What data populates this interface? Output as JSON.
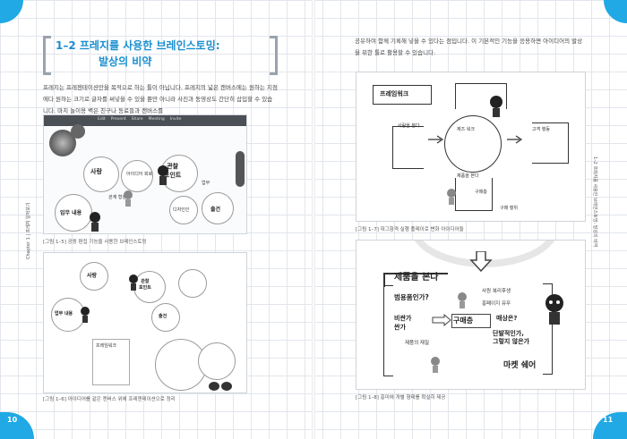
{
  "left_page": {
    "page_number": "10",
    "side_tab": "Chapter 1 | 프레지 알아보기",
    "title_line1": "1–2  프레지를 사용한 브레인스토밍:",
    "title_line2": "발상의 비약",
    "paragraph": "프레지는 프레젠테이션만을 목적으로 하는 툴이 아닙니다. 프레지의 넓은 캔버스에는 원하는 지점에다 원하는 크기로 글자를 써넣을 수 있을 뿐만 아니라 사진과 동영상도 간단히 삽입할 수 있습니다. 마치 놀이용 벽은 친구나 동료들과 캔버스를",
    "figure1": {
      "caption": "[그림 1–5] 공동 편집 기능을 사용한 브레인스토밍",
      "toolbar_items": [
        "Edit",
        "Present",
        "Share",
        "Meeting",
        "Invite"
      ],
      "labels": {
        "l1": "사랑",
        "l2": "아이디어 회로",
        "l3": "관찰\n포인트",
        "l4": "입무 내용",
        "l5": "출건",
        "l6": "디자인인",
        "l7": "업무",
        "l8": "관계 형상"
      }
    },
    "figure2": {
      "caption": "[그림 1–6] 아이디어를 같은 캔버스 위에 프레젠테이션으로 정리",
      "labels": {
        "l1": "사랑",
        "l2": "관찰\n포인트",
        "l3": "업무 내용",
        "l4": "출건",
        "l5": "프레임워크"
      }
    }
  },
  "right_page": {
    "page_number": "11",
    "side_tab": "1–2 프레지를 사용한 브레인스토밍: 발상의 비약",
    "paragraph": "공유하여 함께 기록해 넣을 수 있다는 점입니다. 이 기본적인 기능을 응용하면 아이디어의 발상을 위한 툴로 활용할 수 있습니다.",
    "figure3": {
      "caption": "[그림 1–7] 대그함격 실행 플레이로 변화 아이디어들",
      "labels": {
        "frame": "프레임워크",
        "l1": "사람을 본다",
        "l2": "제품을 본다",
        "l3": "제즈 워크",
        "l4": "구매층",
        "l5": "고객 행동",
        "l6": "구매 행위"
      }
    },
    "figure4": {
      "caption": "[그림 1–8] 흥미에 개별 형태를 확실히 제공",
      "labels": {
        "title": "제품을 본다",
        "q1": "범용품인가?",
        "q2": "비싼가\n싼가",
        "q3": "제품의 재질",
        "center": "구매층",
        "r1": "사원 복리후생",
        "r2": "흥페이지 유무",
        "r3": "매상은?",
        "r4": "단발적인가,\n그렇지 않은가",
        "r5": "마켓 쉐어"
      }
    }
  },
  "colors": {
    "accent": "#1b8fd0",
    "corner": "#20a9e4"
  }
}
